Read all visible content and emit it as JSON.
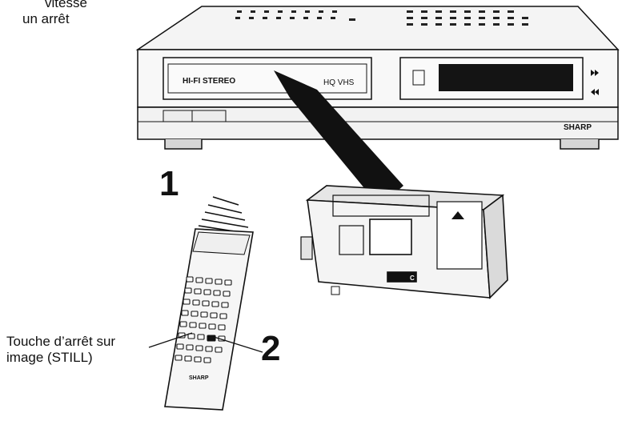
{
  "top_left_text": [
    "vitesse",
    "un arrêt"
  ],
  "step_labels": {
    "one": "1",
    "two": "2"
  },
  "callout_lines": [
    "Touche d’arrêt sur",
    "image (STILL)"
  ],
  "vcr": {
    "panel_label": "HI-FI STEREO",
    "panel_mark": "HQ VHS",
    "brand": "SHARP"
  },
  "cassette": {
    "adapter_mark": "C"
  },
  "remote": {
    "brand": "SHARP"
  }
}
